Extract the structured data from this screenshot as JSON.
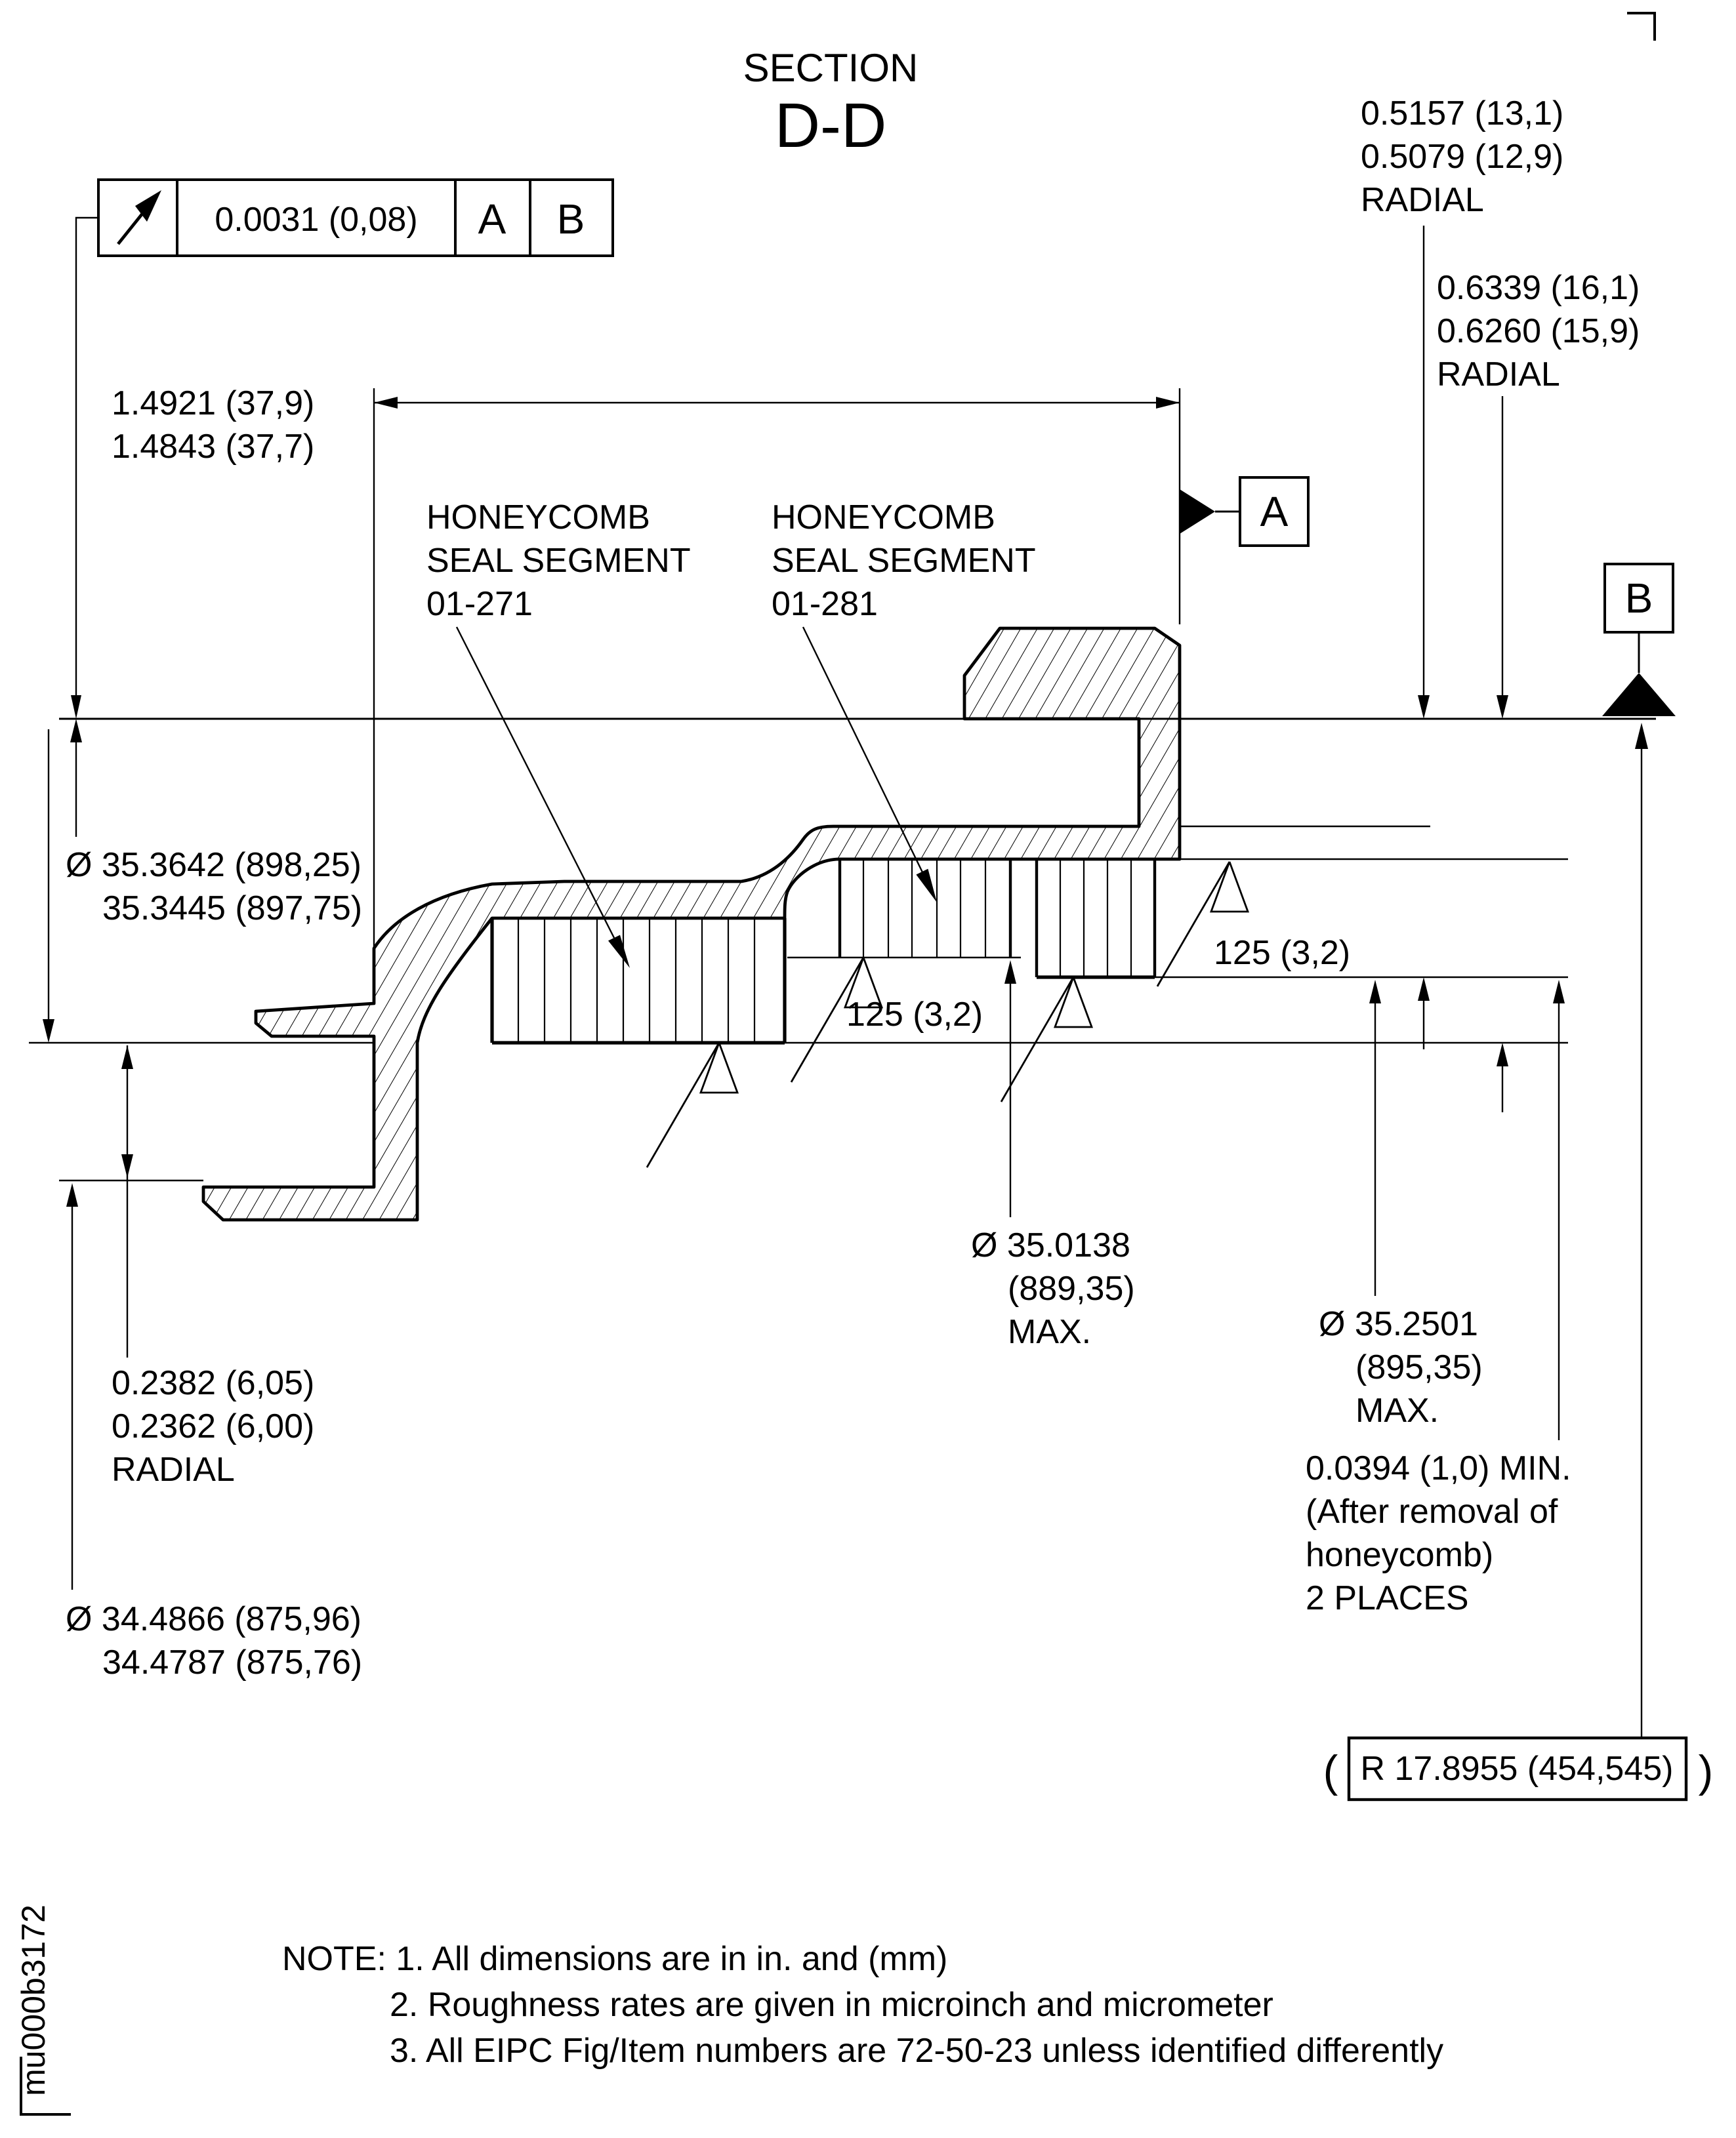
{
  "title": {
    "line1": "SECTION",
    "line2": "D-D"
  },
  "fcf": {
    "symbol": "runout-icon",
    "tolerance": "0.0031 (0,08)",
    "datum1": "A",
    "datum2": "B"
  },
  "datums": {
    "a": "A",
    "b": "B"
  },
  "labels": {
    "seg271": {
      "l1": "HONEYCOMB",
      "l2": "SEAL SEGMENT",
      "l3": "01-271"
    },
    "seg281": {
      "l1": "HONEYCOMB",
      "l2": "SEAL SEGMENT",
      "l3": "01-281"
    }
  },
  "dims": {
    "width": {
      "l1": "1.4921 (37,9)",
      "l2": "1.4843 (37,7)"
    },
    "radial_13": {
      "l1": "0.5157 (13,1)",
      "l2": "0.5079 (12,9)",
      "l3": "RADIAL"
    },
    "radial_16": {
      "l1": "0.6339 (16,1)",
      "l2": "0.6260 (15,9)",
      "l3": "RADIAL"
    },
    "dia_898": {
      "l1": "Ø 35.3642 (898,25)",
      "l2": "35.3445 (897,75)"
    },
    "dia_889": {
      "l1": "Ø 35.0138",
      "l2": "(889,35)",
      "l3": "MAX."
    },
    "dia_895": {
      "l1": "Ø 35.2501",
      "l2": "(895,35)",
      "l3": "MAX."
    },
    "min_wall": {
      "l1": "0.0394 (1,0) MIN.",
      "l2": "(After removal of",
      "l3": "honeycomb)",
      "l4": "2 PLACES"
    },
    "radial_6": {
      "l1": "0.2382 (6,05)",
      "l2": "0.2362 (6,00)",
      "l3": "RADIAL"
    },
    "dia_875": {
      "l1": "Ø 34.4866 (875,96)",
      "l2": "34.4787 (875,76)"
    },
    "radius_ref": {
      "open": "(",
      "value": "R 17.8955 (454,545)",
      "close": ")"
    },
    "roughness": "125 (3,2)"
  },
  "notes": {
    "l1": "NOTE: 1. All dimensions are in in. and (mm)",
    "l2": "2. Roughness rates are given in microinch and micrometer",
    "l3": "3. All EIPC Fig/Item numbers are 72-50-23 unless identified differently"
  },
  "page": {
    "corner_code": "mu000b3172"
  },
  "colors": {
    "ink": "#000000",
    "paper": "#ffffff"
  }
}
